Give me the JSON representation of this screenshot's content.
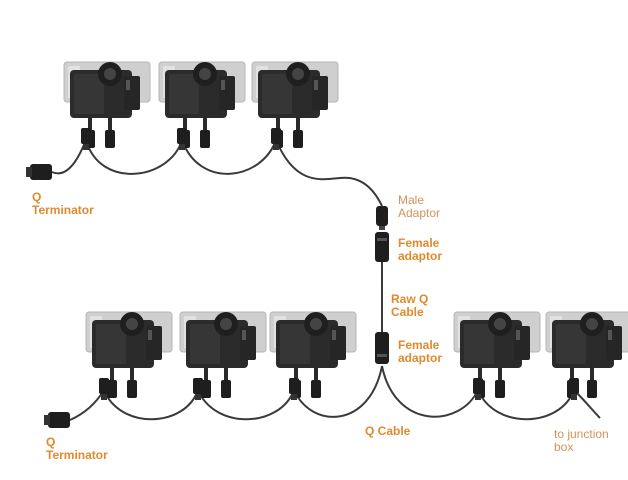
{
  "colors": {
    "accent_bold": "#e08a2e",
    "accent_light": "#d4925a",
    "cable": "#3a3a3a",
    "module_body": "#2b2b2b",
    "bracket": "#c9c9c9",
    "background": "#ffffff"
  },
  "labels": {
    "q_terminator_top": [
      "Q",
      "Terminator"
    ],
    "male_adaptor": [
      "Male",
      "Adaptor"
    ],
    "female_adaptor_top": [
      "Female",
      "adaptor"
    ],
    "raw_q_cable": [
      "Raw Q",
      "Cable"
    ],
    "female_adaptor_bottom": [
      "Female",
      "adaptor"
    ],
    "q_terminator_bottom": [
      "Q",
      "Terminator"
    ],
    "q_cable": "Q Cable",
    "to_junction_box": [
      "to junction",
      "box"
    ]
  },
  "icons": {
    "microinverter": "microinverter-icon",
    "terminator": "terminator-cap-icon",
    "male_adaptor": "male-connector-icon",
    "female_adaptor": "female-connector-icon"
  }
}
